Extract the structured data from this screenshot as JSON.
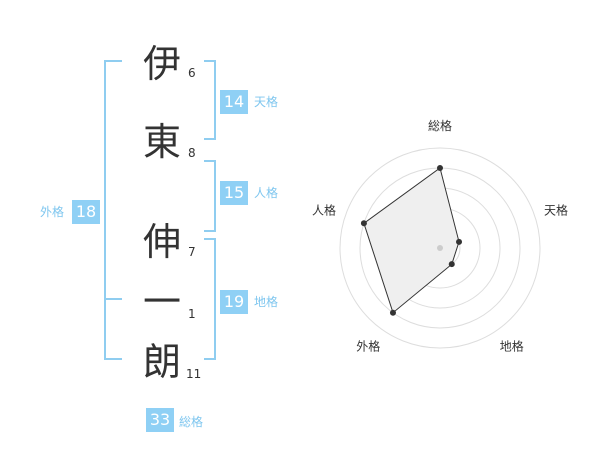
{
  "name": {
    "chars": [
      {
        "char": "伊",
        "strokes": "6"
      },
      {
        "char": "東",
        "strokes": "8"
      },
      {
        "char": "伸",
        "strokes": "7"
      },
      {
        "char": "一",
        "strokes": "1"
      },
      {
        "char": "朗",
        "strokes": "11"
      }
    ]
  },
  "kaku": {
    "tenkaku": {
      "value": "14",
      "label": "天格"
    },
    "jinkaku": {
      "value": "15",
      "label": "人格"
    },
    "chikaku": {
      "value": "19",
      "label": "地格"
    },
    "gaikaku": {
      "value": "18",
      "label": "外格"
    },
    "soukaku": {
      "value": "33",
      "label": "総格"
    }
  },
  "chart_data": {
    "type": "radar",
    "axes": [
      "総格",
      "天格",
      "地格",
      "外格",
      "人格"
    ],
    "values": [
      4,
      1,
      1,
      4,
      4
    ],
    "rmax": 5,
    "rings": 5,
    "colors": {
      "fill": "#efefef",
      "stroke": "#333333",
      "ring": "#dddddd",
      "center": "#cccccc"
    }
  }
}
